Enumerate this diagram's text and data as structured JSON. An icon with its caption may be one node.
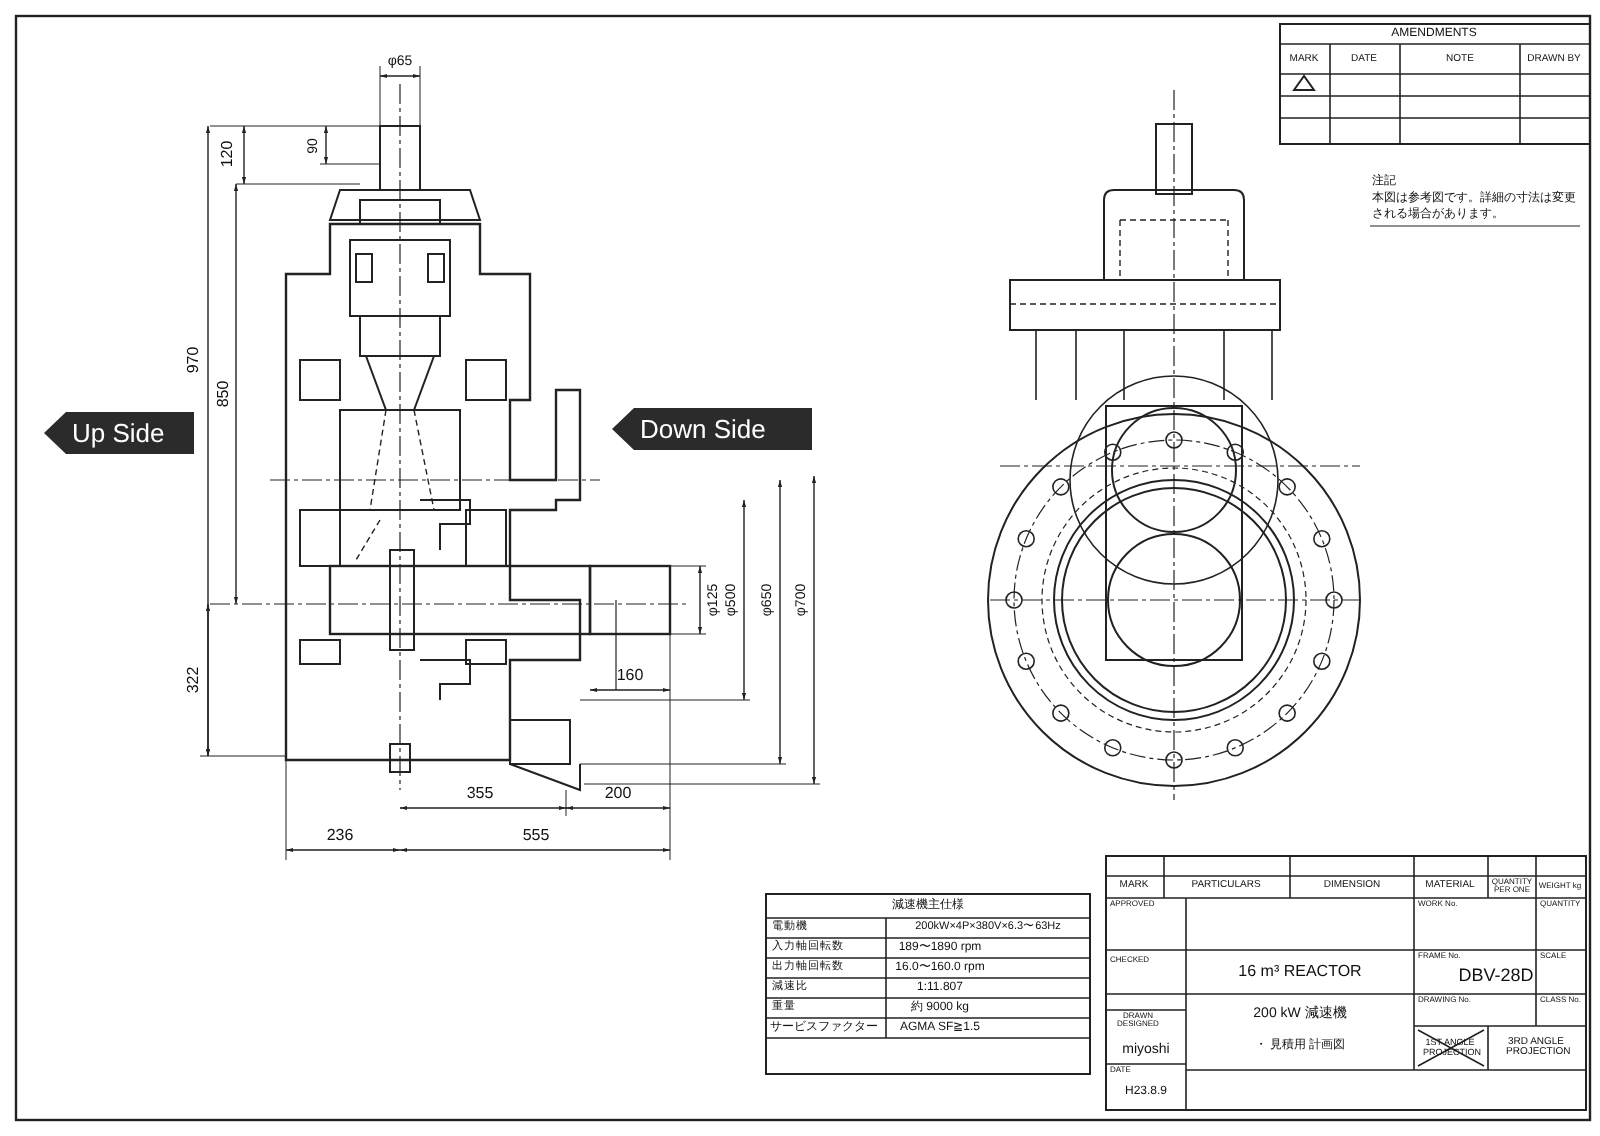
{
  "diagram": {
    "nodes": [
      {
        "text": [
          "Up Side"
        ]
      },
      {
        "text": [
          "Down Side"
        ]
      }
    ],
    "labels": [
      "φ65",
      "120",
      "90",
      "970",
      "850",
      "322",
      "φ125",
      "φ500",
      "φ650",
      "φ700",
      "160",
      "355",
      "200",
      "236",
      "555",
      "AMENDMENTS",
      "MARK",
      "DATE",
      "NOTE",
      "DRAWN BY",
      "注記",
      "本図は参考図です。詳細の寸法は変更される場合があります。",
      "減速機主仕様",
      "電動機",
      "200kW×4P×380V×6.3〜63Hz",
      "入力軸回転数",
      "189〜1890 rpm",
      "出力軸回転数",
      "16.0〜160.0 rpm",
      "減速比",
      "1:11.807",
      "重量",
      "約 9000 kg",
      "サービスファクター",
      "AGMA SF≧1.5",
      "MARK",
      "PARTICULARS",
      "DIMENSION",
      "MATERIAL",
      "QUANTITY PER ONE",
      "WEIGHT kg",
      "APPROVED",
      "WORK No.",
      "QUANTITY",
      "FRAME No.",
      "SCALE",
      "CHECKED",
      "16 m³ REACTOR",
      "DBV-28D",
      "DRAWING No.",
      "CLASS No.",
      "DRAWN DESIGNED",
      "200 kW 減速機",
      "miyoshi",
      "・ 見積用 計画図",
      "1ST ANGLE PROJECTION",
      "3RD ANGLE PROJECTION",
      "DATE",
      "H23.8.9"
    ]
  }
}
